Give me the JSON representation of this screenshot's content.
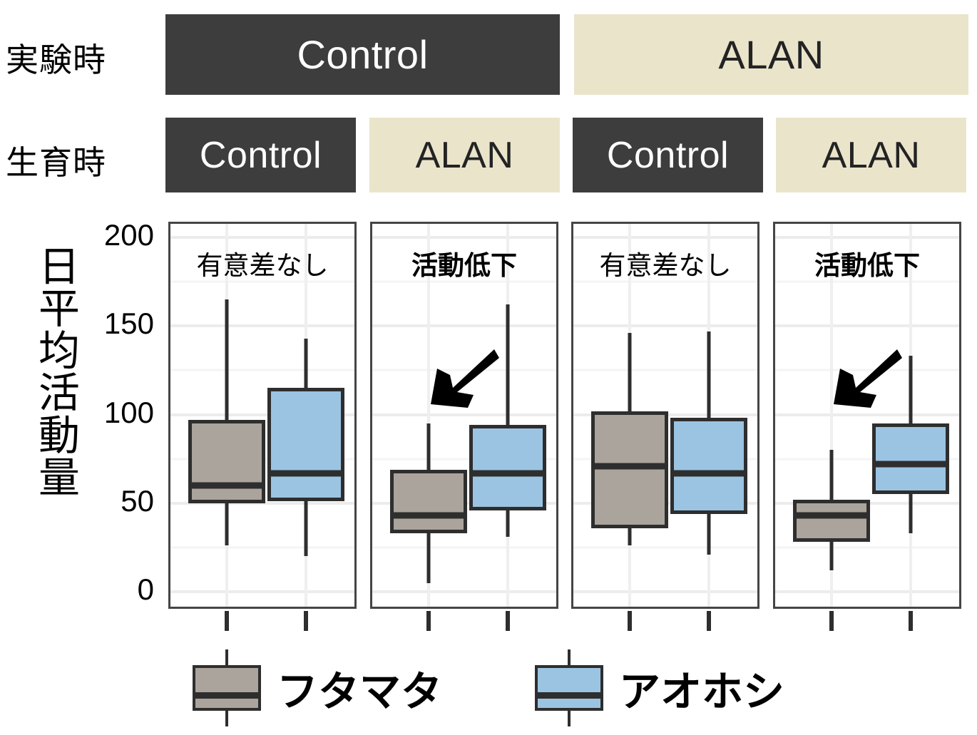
{
  "figure": {
    "row_labels": [
      {
        "id": "experiment-phase",
        "text": "実験時"
      },
      {
        "id": "growth-phase",
        "text": "生育時"
      }
    ],
    "header_row1": [
      {
        "label": "Control",
        "style": "dark"
      },
      {
        "label": "ALAN",
        "style": "cream"
      }
    ],
    "header_row2": [
      {
        "label": "Control",
        "style": "dark"
      },
      {
        "label": "ALAN",
        "style": "cream"
      },
      {
        "label": "Control",
        "style": "dark"
      },
      {
        "label": "ALAN",
        "style": "cream"
      }
    ],
    "colors": {
      "dark_header": "#3d3d3d",
      "cream_header": "#eae4cb",
      "futamata_fill": "#aba49d",
      "aohoshi_fill": "#9bc4e2",
      "stroke": "#2e2e2e",
      "gridline_major": "#ececec",
      "gridline_minor": "#f4f4f4"
    },
    "legend": [
      {
        "name": "フタマタ",
        "fill": "#aba49d",
        "key": "futamata"
      },
      {
        "name": "アオホシ",
        "fill": "#9bc4e2",
        "key": "aohoshi"
      }
    ]
  },
  "chart_data": {
    "type": "box",
    "title": "",
    "ylabel": "日平均活動量",
    "xlabel": "",
    "ylim": [
      0,
      210
    ],
    "yticks": [
      0,
      50,
      100,
      150,
      200
    ],
    "ytick_labels": [
      "0",
      "50",
      "100",
      "150",
      "200"
    ],
    "minor_gridlines": [
      25,
      75,
      125,
      175
    ],
    "grid": true,
    "legend_position": "bottom",
    "facet_rows": [
      "実験時",
      "生育時"
    ],
    "series_names": [
      "フタマタ",
      "アオホシ"
    ],
    "panels": [
      {
        "experiment": "Control",
        "growth": "Control",
        "annotation": "有意差なし",
        "annotation_bold": false,
        "arrow": false,
        "boxes": [
          {
            "series": "フタマタ",
            "min": 26,
            "q1": 50,
            "median": 60,
            "q3": 97,
            "max": 165
          },
          {
            "series": "アオホシ",
            "min": 20,
            "q1": 51,
            "median": 67,
            "q3": 115,
            "max": 143
          }
        ]
      },
      {
        "experiment": "Control",
        "growth": "ALAN",
        "annotation": "活動低下",
        "annotation_bold": true,
        "arrow": true,
        "boxes": [
          {
            "series": "フタマタ",
            "min": 5,
            "q1": 33,
            "median": 43,
            "q3": 69,
            "max": 95
          },
          {
            "series": "アオホシ",
            "min": 31,
            "q1": 46,
            "median": 67,
            "q3": 94,
            "max": 162
          }
        ]
      },
      {
        "experiment": "ALAN",
        "growth": "Control",
        "annotation": "有意差なし",
        "annotation_bold": false,
        "arrow": false,
        "boxes": [
          {
            "series": "フタマタ",
            "min": 26,
            "q1": 36,
            "median": 71,
            "q3": 102,
            "max": 146
          },
          {
            "series": "アオホシ",
            "min": 21,
            "q1": 44,
            "median": 67,
            "q3": 98,
            "max": 147
          }
        ]
      },
      {
        "experiment": "ALAN",
        "growth": "ALAN",
        "annotation": "活動低下",
        "annotation_bold": true,
        "arrow": true,
        "boxes": [
          {
            "series": "フタマタ",
            "min": 12,
            "q1": 28,
            "median": 43,
            "q3": 52,
            "max": 80
          },
          {
            "series": "アオホシ",
            "min": 33,
            "q1": 55,
            "median": 72,
            "q3": 95,
            "max": 133
          }
        ]
      }
    ]
  }
}
